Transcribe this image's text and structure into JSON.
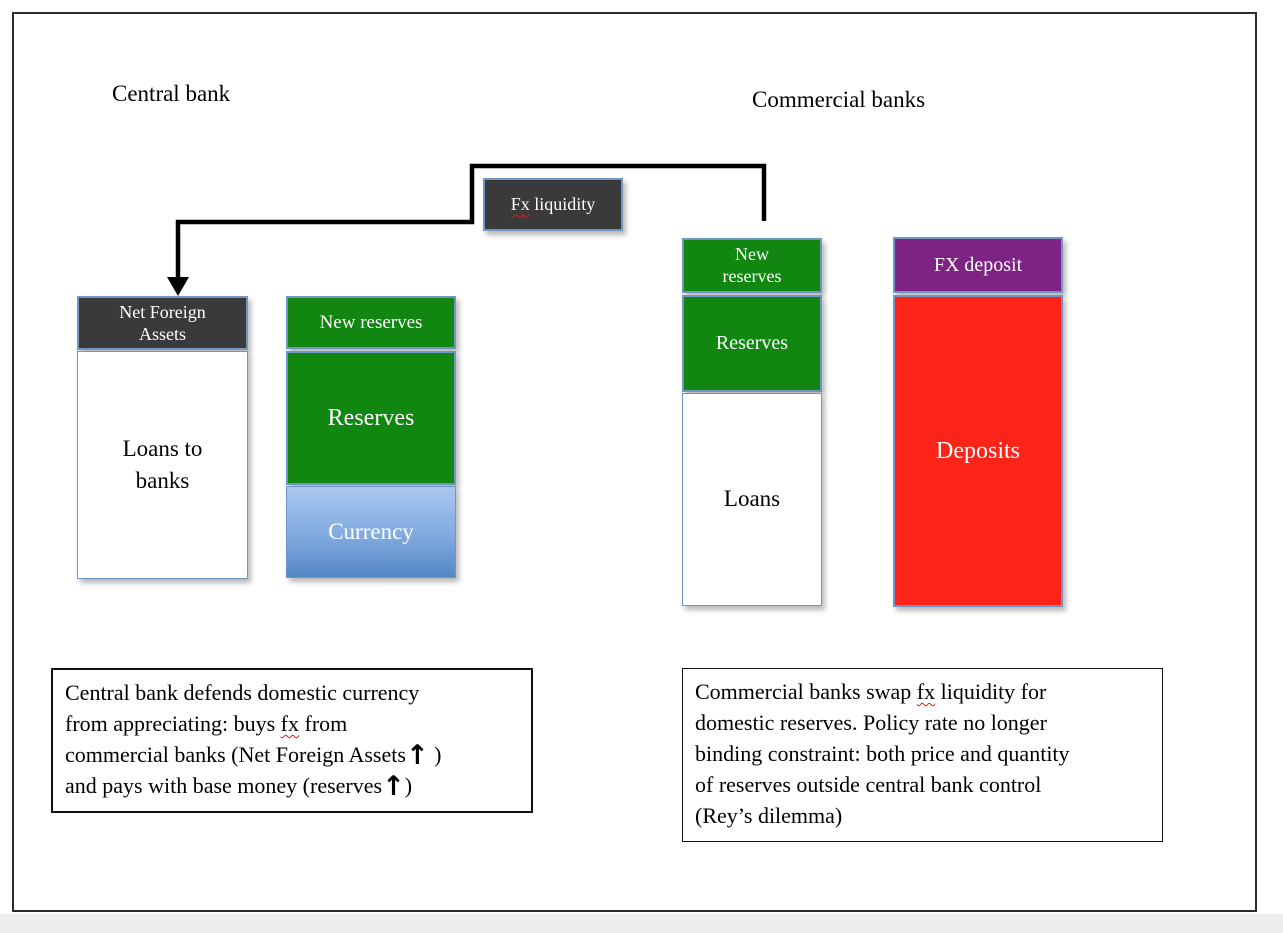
{
  "colors": {
    "green": "#118611",
    "purple": "#7c2383",
    "red": "#fc2318",
    "dark_gray": "#3a3a3a",
    "currency_blue_top": "#a9c8f0",
    "currency_blue_bottom": "#5586c4",
    "box_border_blue": "#7295c1",
    "connector_black": "#000000",
    "spellcheck_red": "#e11b0e"
  },
  "central_bank": {
    "title": "Central bank",
    "assets": {
      "net_foreign_assets": "Net Foreign Assets",
      "loans_to_banks": "Loans to banks"
    },
    "liabilities": {
      "new_reserves": "New reserves",
      "reserves": "Reserves",
      "currency": "Currency"
    }
  },
  "commercial_banks": {
    "title": "Commercial banks",
    "assets": {
      "new_reserves": "New reserves",
      "reserves": "Reserves",
      "loans": "Loans"
    },
    "liabilities": {
      "fx_deposit": "FX deposit",
      "deposits": "Deposits"
    }
  },
  "fx_liquidity": {
    "fx": "Fx",
    "rest": " liquidity"
  },
  "notes": {
    "central_bank": {
      "line1": "Central bank defends domestic currency",
      "line2a": "from appreciating: buys ",
      "line2_fx": "fx",
      "line2b": " from",
      "line3a": "commercial banks (Net Foreign Assets",
      "line3_arrow": "↑",
      "line3b": " )",
      "line4a": "and pays with base money (reserves",
      "line4_arrow": "↑",
      "line4b": ")"
    },
    "commercial_banks": {
      "line1a": "Commercial banks swap ",
      "line1_fx": "fx",
      "line1b": " liquidity for",
      "line2": "domestic reserves. Policy rate no longer",
      "line3": "binding constraint: both price and quantity",
      "line4": "of reserves outside central bank control",
      "line5": "(Rey’s dilemma)"
    }
  }
}
